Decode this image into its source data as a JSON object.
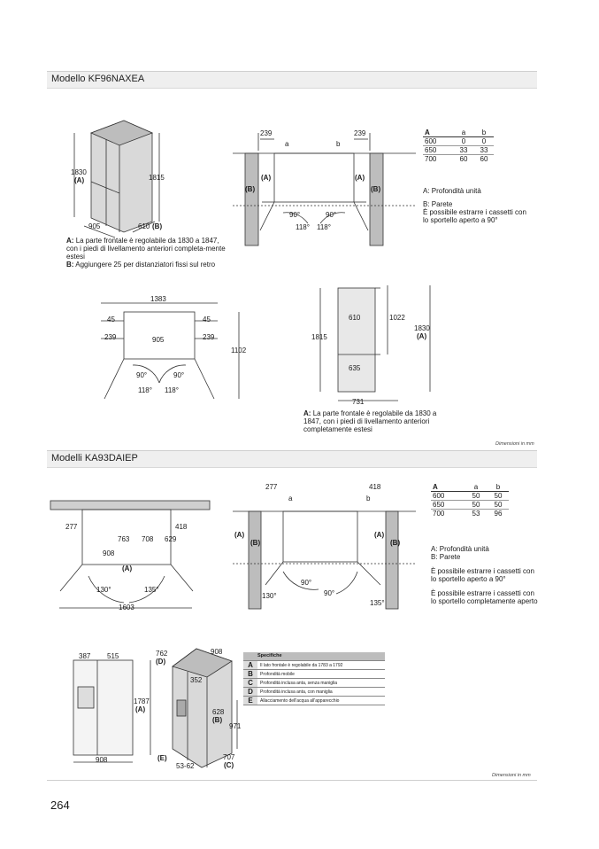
{
  "section1": {
    "title": "Modello KF96NAXEA",
    "fig1": {
      "h_total": "1830",
      "h_total_key": "(A)",
      "h_body": "1815",
      "width": "905",
      "depth": "610",
      "depth_key": "(B)"
    },
    "fig1_notes": [
      {
        "key": "A:",
        "text": "La parte frontale è regolabile da 1830 a 1847, con i piedi di livellamento anteriori completa-mente estesi"
      },
      {
        "key": "B:",
        "text": "Aggiungere 25 per distanziatori fissi sul retro"
      }
    ],
    "fig2": {
      "left": "239",
      "right": "239",
      "a": "a",
      "b": "b",
      "A": "(A)",
      "B": "(B)",
      "ang90": "90°",
      "ang118": "118°"
    },
    "table": {
      "headers": [
        "A",
        "a",
        "b"
      ],
      "rows": [
        [
          "600",
          "0",
          "0"
        ],
        [
          "650",
          "33",
          "33"
        ],
        [
          "700",
          "60",
          "60"
        ]
      ]
    },
    "legend": [
      "A: Profondità unità",
      "B: Parete",
      "È possibile estrarre i cassetti con lo sportello aperto a 90°"
    ],
    "fig3": {
      "total": "1383",
      "side": "45",
      "door": "239",
      "inner": "905",
      "depth": "1102",
      "ang90": "90°",
      "ang118": "118°"
    },
    "fig4": {
      "d1": "610",
      "d2": "635",
      "h1": "1022",
      "h2": "1830",
      "h2_key": "(A)",
      "h3": "1815",
      "depth": "731"
    },
    "fig4_note": {
      "key": "A:",
      "text": "La parte frontale è regolabile da 1830 a 1847, con i piedi di livellamento anteriori completamente estesi"
    },
    "units": "Dimensioni in mm"
  },
  "section2": {
    "title": "Modelli KA93DAIEP",
    "fig1": {
      "left": "277",
      "right": "418",
      "d1": "763",
      "d2": "708",
      "d3": "629",
      "width": "908",
      "A": "(A)",
      "ang130": "130°",
      "ang135": "135°",
      "total": "1603"
    },
    "fig2": {
      "left": "277",
      "right": "418",
      "a": "a",
      "b": "b",
      "A": "(A)",
      "B": "(B)",
      "ang90": "90°",
      "ang130": "130°",
      "ang135": "135°"
    },
    "table": {
      "headers": [
        "A",
        "a",
        "b"
      ],
      "rows": [
        [
          "600",
          "50",
          "50"
        ],
        [
          "650",
          "50",
          "50"
        ],
        [
          "700",
          "53",
          "96"
        ]
      ]
    },
    "legend": [
      "A: Profondità unità",
      "B: Parete",
      "È possibile estrarre i cassetti con lo sportello aperto a 90°",
      "È possibile estrarre i cassetti con lo sportello completamente aperto"
    ],
    "fig3": {
      "w1": "387",
      "w2": "515",
      "h": "1787",
      "h_key": "(A)",
      "width": "908"
    },
    "fig4": {
      "d1": "762",
      "d1_key": "(D)",
      "w": "908",
      "d2": "352",
      "d3": "628",
      "d3_key": "(B)",
      "h": "971",
      "d4": "707",
      "d4_key": "(C)",
      "e": "(E)",
      "feet": "53-62"
    },
    "spec": {
      "title": "Specifiche",
      "rows": [
        {
          "k": "A",
          "v": "Il lato frontale è regolabile da 1783 a 1792"
        },
        {
          "k": "B",
          "v": "Profondità mobile"
        },
        {
          "k": "C",
          "v": "Profondità inclusa anta, senza maniglia"
        },
        {
          "k": "D",
          "v": "Profondità inclusa anta, con maniglia"
        },
        {
          "k": "E",
          "v": "Allacciamento dell'acqua all'apparecchio"
        }
      ]
    },
    "units": "Dimensioni in mm"
  },
  "page_number": "264"
}
